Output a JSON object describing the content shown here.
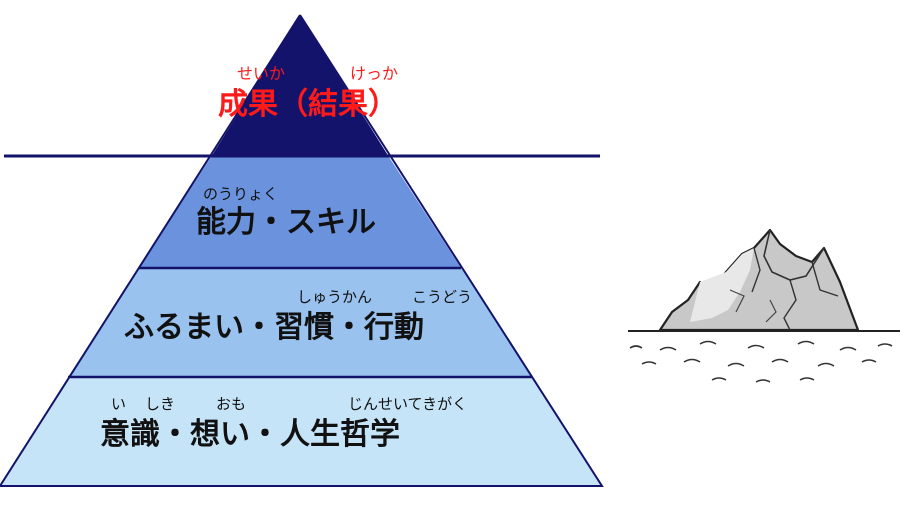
{
  "pyramid": {
    "top": {
      "label": "成果（結果）",
      "ruby_1": "せいか",
      "ruby_2": "けっか",
      "text_color": "#ff1a1a",
      "fill": "#13136b"
    },
    "layer_2": {
      "label": "能力・スキル",
      "ruby_1": "のうりょく",
      "fill": "#6b93dd"
    },
    "layer_3": {
      "label": "ふるまい・習慣・行動",
      "ruby_1": "しゅうかん",
      "ruby_2": "こうどう",
      "fill": "#99c2ee"
    },
    "layer_4": {
      "label": "意識・想い・人生哲学",
      "ruby_1": "い",
      "ruby_2": "しき",
      "ruby_3": "おも",
      "ruby_4": "じんせいてきがく",
      "fill": "#c6e4f8"
    }
  },
  "colors": {
    "outline": "#13136b",
    "waterline": "#13136b"
  },
  "illustration": {
    "icon": "iceberg-icon"
  }
}
